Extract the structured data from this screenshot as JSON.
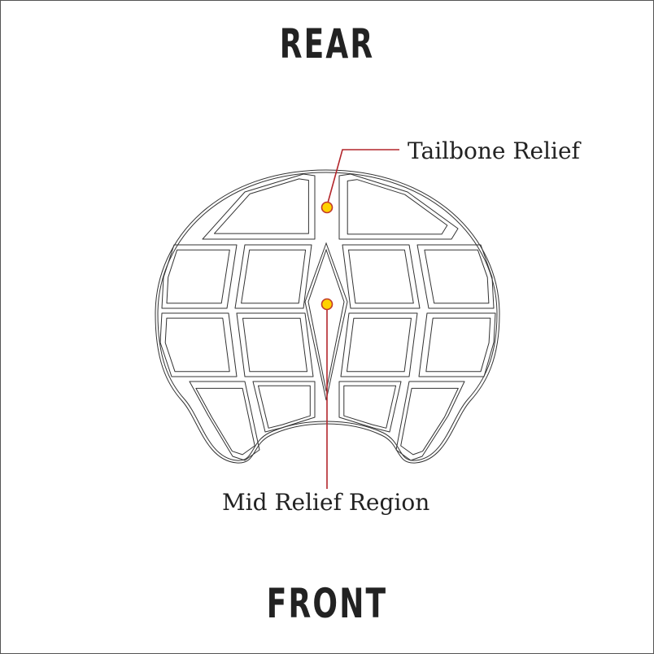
{
  "headings": {
    "top": "REAR",
    "bottom": "FRONT"
  },
  "callouts": [
    {
      "label": "Tailbone Relief"
    },
    {
      "label": "Mid Relief Region"
    }
  ],
  "colors": {
    "outline": "#333333",
    "leader": "#b3262b",
    "dot_fill": "#ffd200",
    "dot_stroke": "#c0392b"
  }
}
